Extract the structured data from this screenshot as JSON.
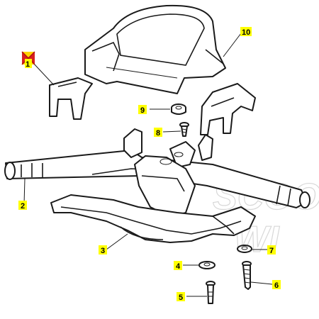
{
  "diagram": {
    "watermark_top": "SCOO",
    "watermark_bottom": "WI",
    "callouts": [
      {
        "number": "1",
        "highlight": "#ffff00",
        "marker": "red-x-marker"
      },
      {
        "number": "2",
        "highlight": "#ffff00"
      },
      {
        "number": "3",
        "highlight": "#ffff00"
      },
      {
        "number": "4",
        "highlight": "#ffff00"
      },
      {
        "number": "5",
        "highlight": "#ffff00"
      },
      {
        "number": "6",
        "highlight": "#ffff00"
      },
      {
        "number": "7",
        "highlight": "#ffff00"
      },
      {
        "number": "8",
        "highlight": "#ffff00"
      },
      {
        "number": "9",
        "highlight": "#ffff00"
      },
      {
        "number": "10",
        "highlight": "#ffff00"
      }
    ]
  }
}
